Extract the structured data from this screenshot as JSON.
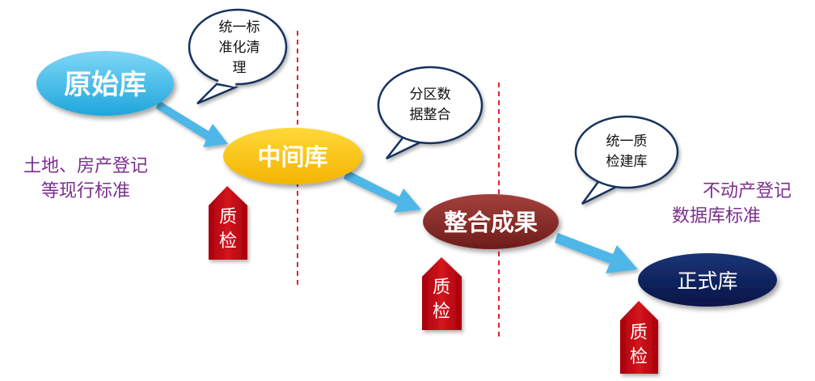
{
  "nodes": {
    "raw_db": "原始库",
    "intermediate_db": "中间库",
    "integration_result": "整合成果",
    "official_db": "正式库"
  },
  "bubbles": {
    "standardize_clean": [
      "统一标",
      "准化清",
      "理"
    ],
    "partition_integrate": [
      "分区数",
      "据整合"
    ],
    "unified_qc_build": [
      "统一质",
      "检建库"
    ]
  },
  "standards": {
    "land_housing": [
      "土地、房产登记",
      "等现行标准"
    ],
    "real_estate_db": [
      "不动产登记",
      "数据库标准"
    ]
  },
  "qc_badge": [
    "质",
    "检"
  ],
  "colors": {
    "raw_fill": "#38bdea",
    "intermediate_fill": "#fdc500",
    "integration_fill": "#8c2a28",
    "official_fill": "#0d1f5c",
    "arrow": "#4fb6e8",
    "divider": "#e0242a",
    "badge": "#c00d15",
    "standard_text": "#7b2f8c",
    "bubble_stroke": "#16335e"
  }
}
